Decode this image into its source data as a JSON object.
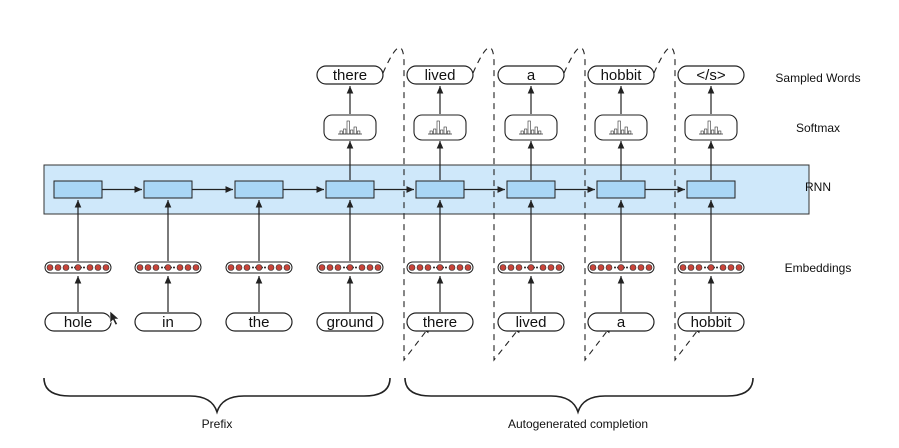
{
  "row_labels": {
    "sampled_words": "Sampled Words",
    "softmax": "Softmax",
    "rnn": "RNN",
    "embeddings": "Embeddings"
  },
  "input_words": [
    "hole",
    "in",
    "the",
    "ground",
    "there",
    "lived",
    "a",
    "hobbit"
  ],
  "sampled_words": [
    "there",
    "lived",
    "a",
    "hobbit",
    "</s>"
  ],
  "brace_labels": {
    "prefix": "Prefix",
    "completion": "Autogenerated completion"
  },
  "colors": {
    "rnn_band": "#cfe8fa",
    "rnn_cell": "#a9d6f5",
    "embedding_dot": "#c7443a",
    "stroke": "#222222"
  }
}
